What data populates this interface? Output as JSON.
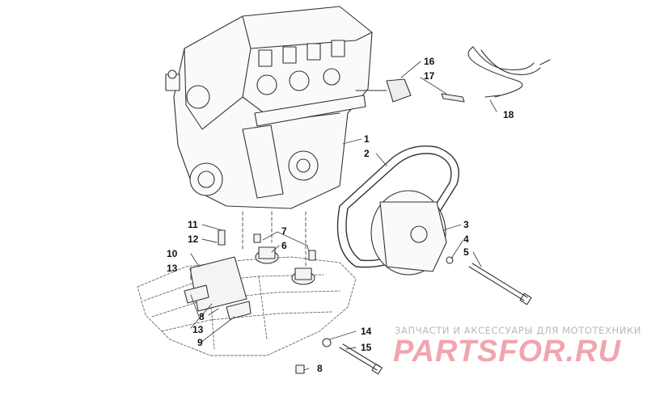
{
  "diagram": {
    "callouts": [
      "1",
      "2",
      "3",
      "4",
      "5",
      "6",
      "7",
      "8",
      "8",
      "9",
      "10",
      "11",
      "12",
      "13",
      "13",
      "14",
      "15",
      "16",
      "17",
      "18"
    ]
  },
  "watermark": {
    "tagline": "ЗАПЧАСТИ И АКСЕССУАРЫ ДЛЯ МОТОТЕХНИКИ",
    "logo": "PARTSFOR.RU"
  }
}
